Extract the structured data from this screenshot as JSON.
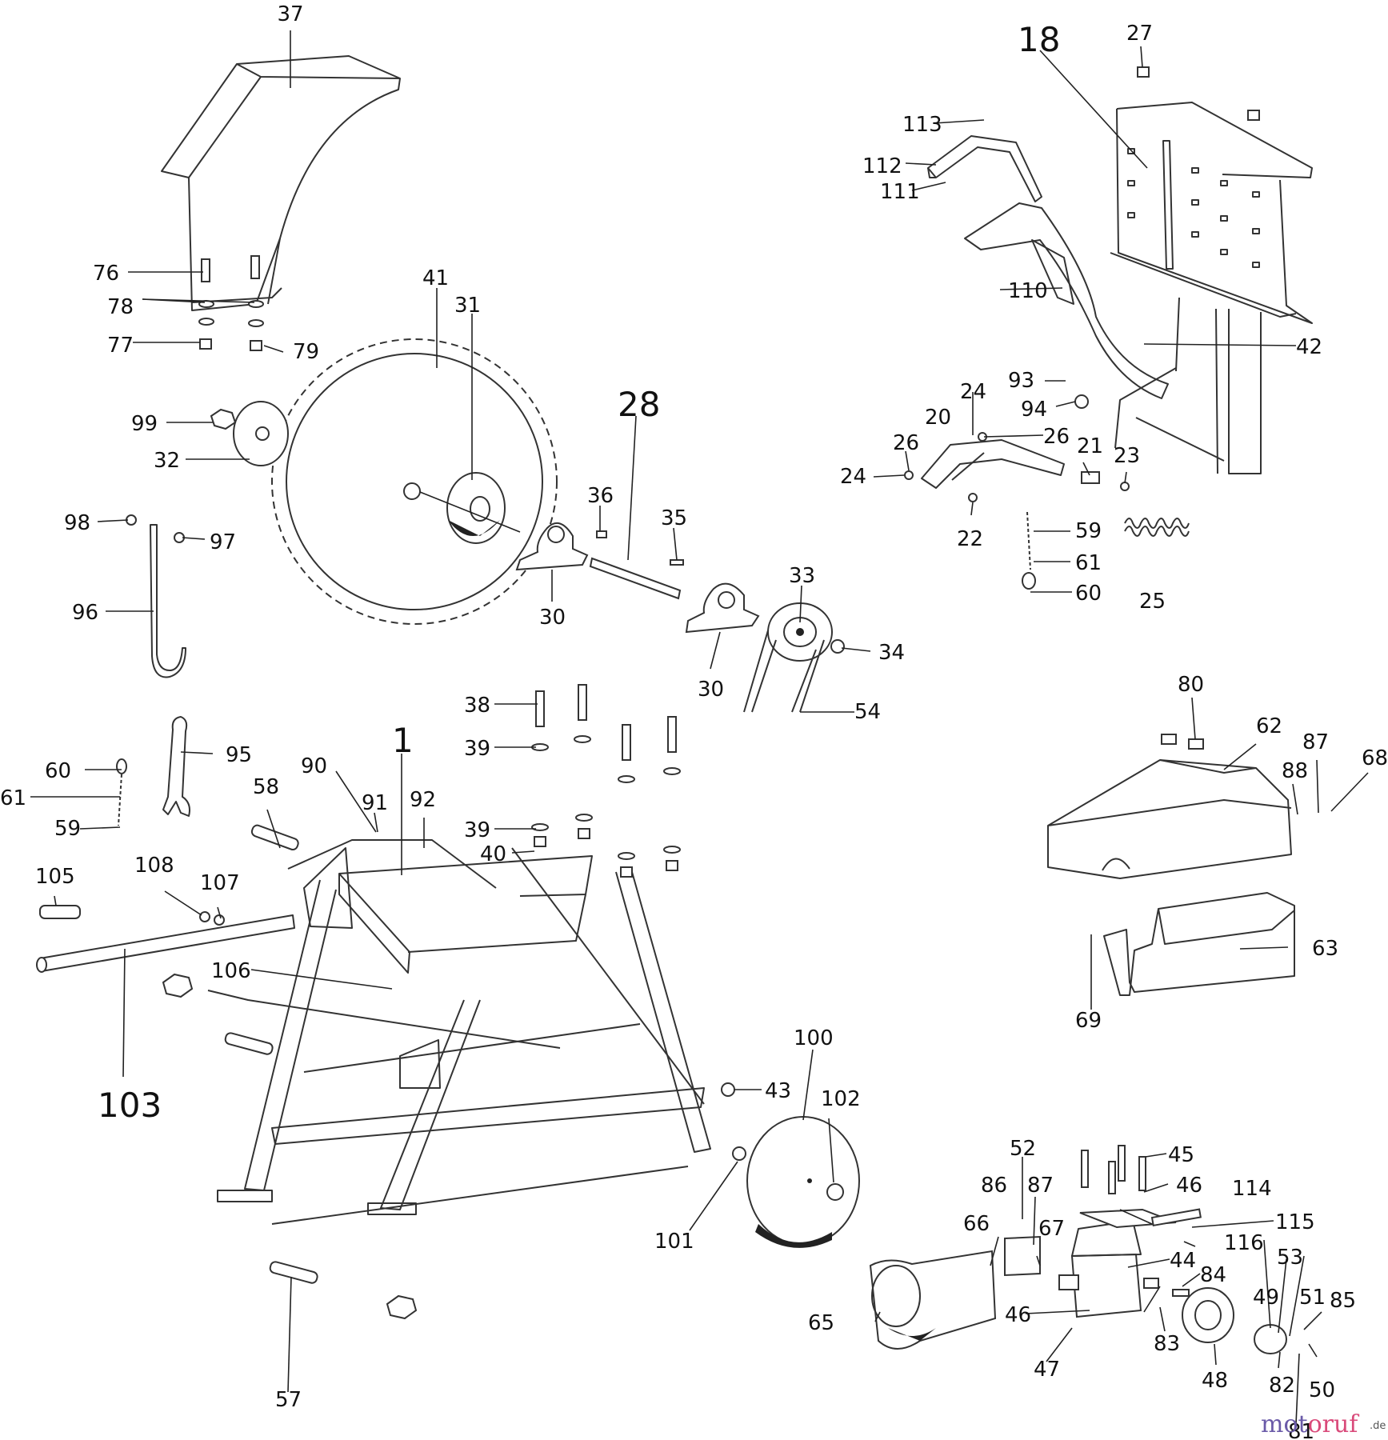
{
  "diagram": {
    "labels": {
      "p1": "1",
      "p18": "18",
      "p20": "20",
      "p21": "21",
      "p22": "22",
      "p23": "23",
      "p24a": "24",
      "p24b": "24",
      "p25": "25",
      "p26a": "26",
      "p26b": "26",
      "p27": "27",
      "p28": "28",
      "p30a": "30",
      "p30b": "30",
      "p31": "31",
      "p32": "32",
      "p33": "33",
      "p34": "34",
      "p35": "35",
      "p36": "36",
      "p37": "37",
      "p38": "38",
      "p39a": "39",
      "p39b": "39",
      "p40": "40",
      "p41": "41",
      "p42": "42",
      "p43": "43",
      "p44": "44",
      "p45": "45",
      "p46a": "46",
      "p46b": "46",
      "p47": "47",
      "p48": "48",
      "p49": "49",
      "p50": "50",
      "p51": "51",
      "p52": "52",
      "p53": "53",
      "p54": "54",
      "p57": "57",
      "p58": "58",
      "p59a": "59",
      "p59b": "59",
      "p60a": "60",
      "p60b": "60",
      "p61a": "61",
      "p61b": "61",
      "p62": "62",
      "p63": "63",
      "p65": "65",
      "p66": "66",
      "p67": "67",
      "p68": "68",
      "p69": "69",
      "p76": "76",
      "p77": "77",
      "p78": "78",
      "p79": "79",
      "p80": "80",
      "p81": "81",
      "p82": "82",
      "p83": "83",
      "p84": "84",
      "p85": "85",
      "p86": "86",
      "p87a": "87",
      "p87b": "87",
      "p88": "88",
      "p90": "90",
      "p91": "91",
      "p92": "92",
      "p93": "93",
      "p94": "94",
      "p95": "95",
      "p96": "96",
      "p97": "97",
      "p98": "98",
      "p99": "99",
      "p100": "100",
      "p101": "101",
      "p102": "102",
      "p103": "103",
      "p105": "105",
      "p106": "106",
      "p107": "107",
      "p108": "108",
      "p110": "110",
      "p111": "111",
      "p112": "112",
      "p113": "113",
      "p114": "114",
      "p115": "115",
      "p116": "116"
    }
  },
  "watermark": {
    "brand": "motoruf",
    "suffix": ".de",
    "colors": {
      "mot": "#6a5aa8",
      "oruf": "#d94a7a",
      "suffix": "#555555"
    }
  }
}
